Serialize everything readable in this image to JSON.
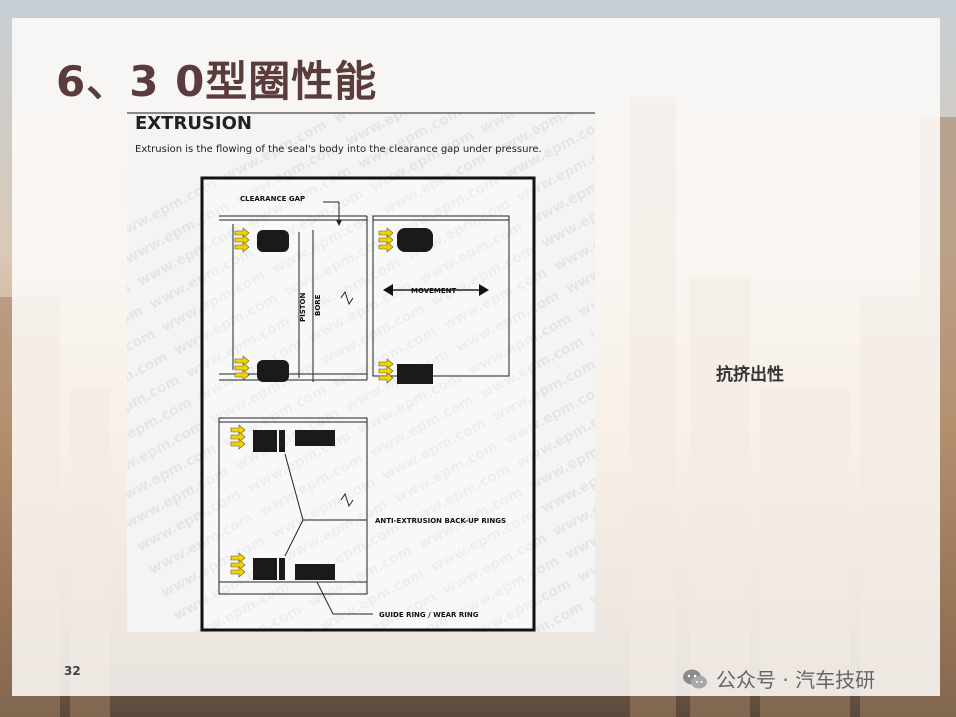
{
  "slide": {
    "title": "6、3 0型圈性能",
    "page_number": "32",
    "side_label": "抗挤出性"
  },
  "figure": {
    "heading": "EXTRUSION",
    "caption": "Extrusion is the flowing of the seal's body into the clearance gap under pressure.",
    "watermark_text": "www.epm.com",
    "labels": {
      "clearance_gap": "CLEARANCE GAP",
      "piston": "PISTON",
      "bore": "BORE",
      "movement": "MOVEMENT",
      "anti_extrusion": "ANTI-EXTRUSION BACK-UP RINGS",
      "guide_ring": "GUIDE RING / WEAR RING"
    }
  },
  "brand": {
    "text": "公众号 · 汽车技研",
    "icon": "wechat-icon"
  },
  "colors": {
    "title": "#5a3c3c",
    "seal": "#1a1a1a",
    "arrow": "#f2d20a"
  }
}
